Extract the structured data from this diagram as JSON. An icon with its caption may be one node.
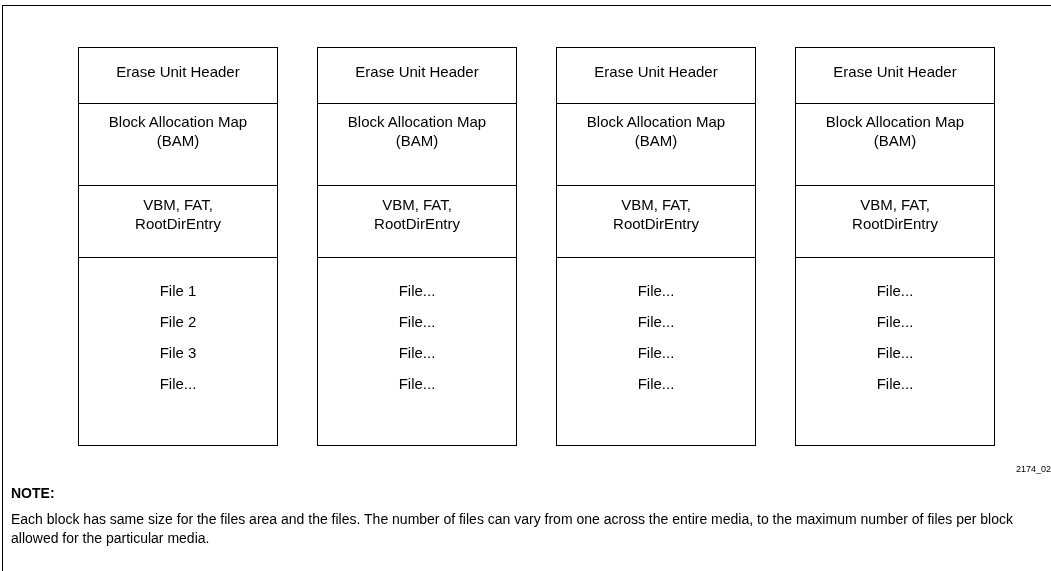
{
  "diagram": {
    "nodes": [
      {
        "text": [
          "Erase Unit Header"
        ]
      },
      {
        "text": [
          "Block Allocation Map (BAM)"
        ]
      },
      {
        "text": [
          "VBM, FAT, RootDirEntry"
        ]
      },
      {
        "text": [
          "File 1",
          "File 2",
          "File 3",
          "File..."
        ]
      },
      {
        "text": [
          "Erase Unit Header"
        ]
      },
      {
        "text": [
          "Block Allocation Map (BAM)"
        ]
      },
      {
        "text": [
          "VBM, FAT, RootDirEntry"
        ]
      },
      {
        "text": [
          "File...",
          "File...",
          "File...",
          "File..."
        ]
      },
      {
        "text": [
          "Erase Unit Header"
        ]
      },
      {
        "text": [
          "Block Allocation Map (BAM)"
        ]
      },
      {
        "text": [
          "VBM, FAT, RootDirEntry"
        ]
      },
      {
        "text": [
          "File...",
          "File...",
          "File...",
          "File..."
        ]
      },
      {
        "text": [
          "Erase Unit Header"
        ]
      },
      {
        "text": [
          "Block Allocation Map (BAM)"
        ]
      },
      {
        "text": [
          "VBM, FAT, RootDirEntry"
        ]
      },
      {
        "text": [
          "File...",
          "File...",
          "File...",
          "File..."
        ]
      }
    ],
    "labels": [
      "2174_02",
      "NOTE:",
      "Each block has same size for the files area and the files. The number of files can vary from one across the entire media, to the maximum number of files per block allowed for the particular media."
    ]
  }
}
